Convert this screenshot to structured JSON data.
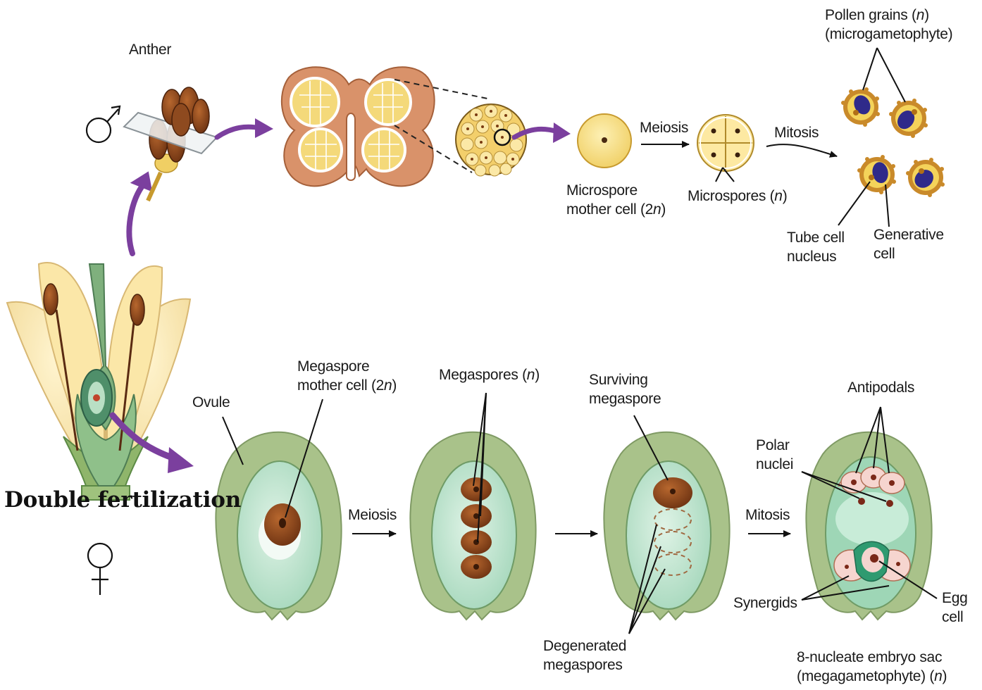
{
  "title": "Double fertilization",
  "male_row": {
    "anther": "Anther",
    "meiosis": "Meiosis",
    "mitosis": "Mitosis",
    "microspore_mother_cell": [
      "Microspore",
      "mother cell (2",
      "n",
      ")"
    ],
    "microspores": [
      "Microspores (",
      "n",
      ")"
    ],
    "pollen_grains": [
      "Pollen grains (",
      "n",
      ")"
    ],
    "microgametophyte": "(microgametophyte)",
    "tube_cell_nucleus": [
      "Tube cell",
      "nucleus"
    ],
    "generative_cell": [
      "Generative",
      "cell"
    ]
  },
  "female_row": {
    "ovule": "Ovule",
    "megaspore_mother_cell": [
      "Megaspore",
      "mother cell (2",
      "n",
      ")"
    ],
    "meiosis": "Meiosis",
    "megaspores": [
      "Megaspores (",
      "n",
      ")"
    ],
    "surviving_megaspore": [
      "Surviving",
      "megaspore"
    ],
    "degenerated_megaspores": [
      "Degenerated",
      "megaspores"
    ],
    "mitosis": "Mitosis",
    "antipodals": "Antipodals",
    "polar_nuclei": [
      "Polar",
      "nuclei"
    ],
    "synergids": "Synergids",
    "egg_cell": [
      "Egg",
      "cell"
    ],
    "embryo_sac": "8-nucleate embryo sac",
    "megagametophyte": [
      "(megagametophyte) (",
      "n",
      ")"
    ]
  },
  "symbols": {
    "male": "male-symbol",
    "female": "female-symbol"
  },
  "colors": {
    "arrow_purple": "#7b3f9e",
    "anther_wall": "#d9926a",
    "pollen_sac": "#f4d97a",
    "cell_yellow": "#f7df82",
    "integument": "#a9c28a",
    "nucellus": "#bfe4cf",
    "megaspore": "#9b4e1f",
    "pollen_nucleus": "#3b2f8f",
    "synergid": "#f6d5cf"
  }
}
